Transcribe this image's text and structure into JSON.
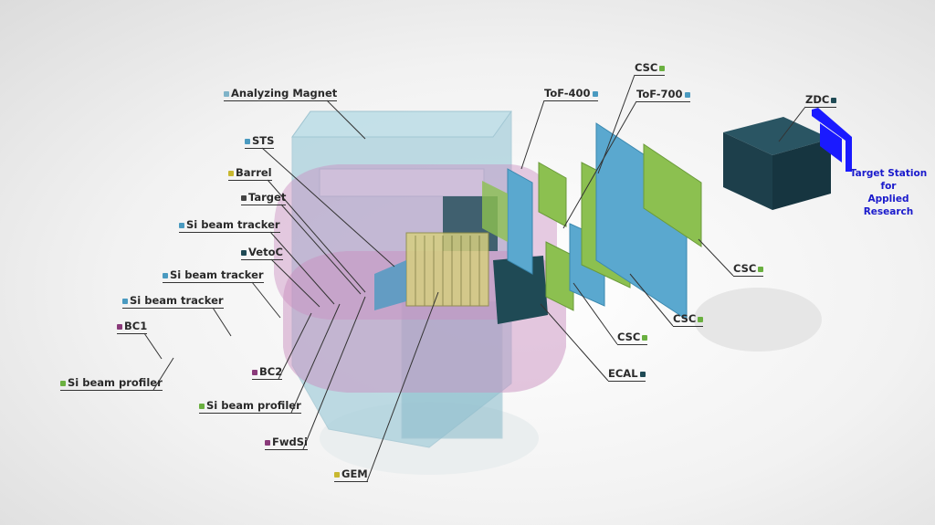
{
  "labels": {
    "analyzing_magnet": {
      "text": "Analyzing Magnet",
      "color": "#7fb3c8"
    },
    "sts": {
      "text": "STS",
      "color": "#4a9ac0"
    },
    "barrel": {
      "text": "Barrel",
      "color": "#c8b830"
    },
    "target": {
      "text": "Target",
      "color": "#444444"
    },
    "si_beam_tracker_1": {
      "text": "Si beam tracker",
      "color": "#4a9ac0"
    },
    "vetoc": {
      "text": "VetoC",
      "color": "#1f4a55"
    },
    "si_beam_tracker_2": {
      "text": "Si beam tracker",
      "color": "#4a9ac0"
    },
    "si_beam_tracker_3": {
      "text": "Si beam tracker",
      "color": "#4a9ac0"
    },
    "bc1": {
      "text": "BC1",
      "color": "#8a3a7a"
    },
    "si_beam_profiler_1": {
      "text": "Si beam profiler",
      "color": "#6ab040"
    },
    "bc2": {
      "text": "BC2",
      "color": "#8a3a7a"
    },
    "si_beam_profiler_2": {
      "text": "Si beam profiler",
      "color": "#6ab040"
    },
    "fwdsi": {
      "text": "FwdSi",
      "color": "#8a3a7a"
    },
    "gem": {
      "text": "GEM",
      "color": "#c8b830"
    },
    "tof400": {
      "text": "ToF-400",
      "color": "#4a9ac0"
    },
    "csc_top": {
      "text": "CSC",
      "color": "#6ab040"
    },
    "tof700": {
      "text": "ToF-700",
      "color": "#4a9ac0"
    },
    "zdc": {
      "text": "ZDC",
      "color": "#1f4a55"
    },
    "csc_right": {
      "text": "CSC",
      "color": "#6ab040"
    },
    "csc_mid": {
      "text": "CSC",
      "color": "#6ab040"
    },
    "csc_low": {
      "text": "CSC",
      "color": "#6ab040"
    },
    "ecal": {
      "text": "ECAL",
      "color": "#1f4a55"
    }
  },
  "tsar": {
    "line1": "Target Station for",
    "line2": "Applied Research",
    "color": "#1a1acc"
  }
}
